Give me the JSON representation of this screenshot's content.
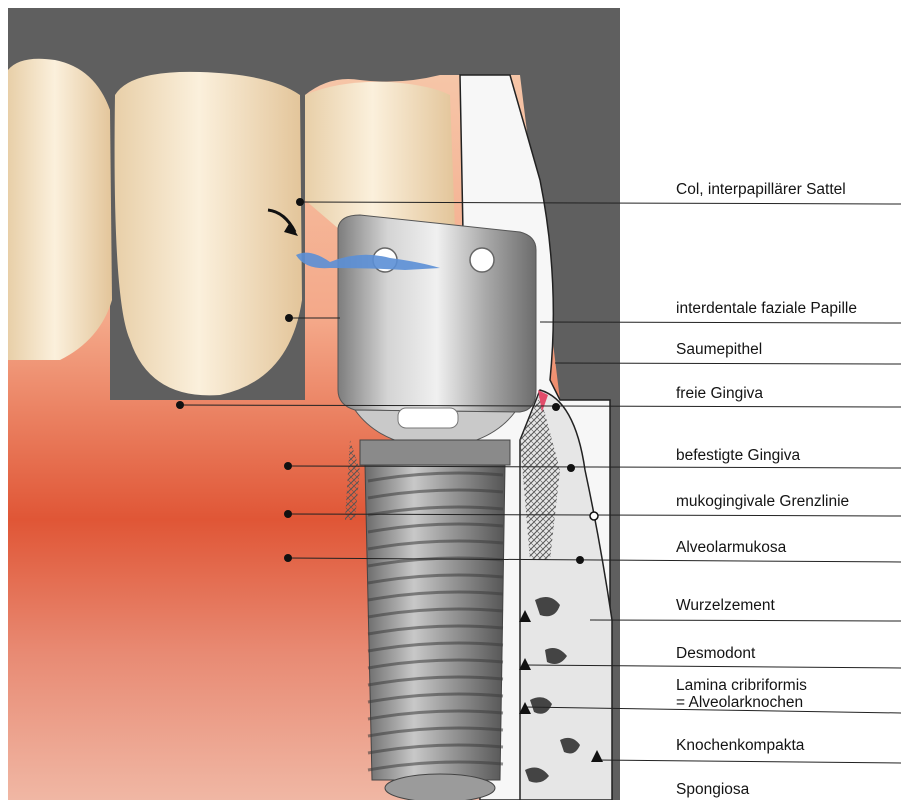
{
  "labels": [
    {
      "id": "col",
      "text": "Col, interpapillärer Sattel"
    },
    {
      "id": "papille",
      "text": "interdentale faziale Papille"
    },
    {
      "id": "saumepithel",
      "text": "Saumepithel"
    },
    {
      "id": "freie-gingiva",
      "text": "freie Gingiva"
    },
    {
      "id": "befestigte-gingiva",
      "text": "befestigte Gingiva"
    },
    {
      "id": "mukogingivale",
      "text": "mukogingivale Grenzlinie"
    },
    {
      "id": "alveolarmukosa",
      "text": "Alveolarmukosa"
    },
    {
      "id": "wurzelzement",
      "text": "Wurzelzement"
    },
    {
      "id": "desmodont",
      "text": "Desmodont"
    },
    {
      "id": "lamina-1",
      "text": "Lamina cribriformis"
    },
    {
      "id": "lamina-2",
      "text": "= Alveolarknochen"
    },
    {
      "id": "knochenkompakta",
      "text": "Knochenkompakta"
    },
    {
      "id": "spongiosa",
      "text": "Spongiosa"
    }
  ],
  "colors": {
    "background_dark": "#5f5f5f",
    "gingiva": "#f2a27e",
    "mucosa": "#d9432a",
    "tooth": "#f4e0bf",
    "implant": "#a9a9a9",
    "bone": "#e6e6e6",
    "leader": "#222222",
    "fluid": "#5b8fd6"
  }
}
